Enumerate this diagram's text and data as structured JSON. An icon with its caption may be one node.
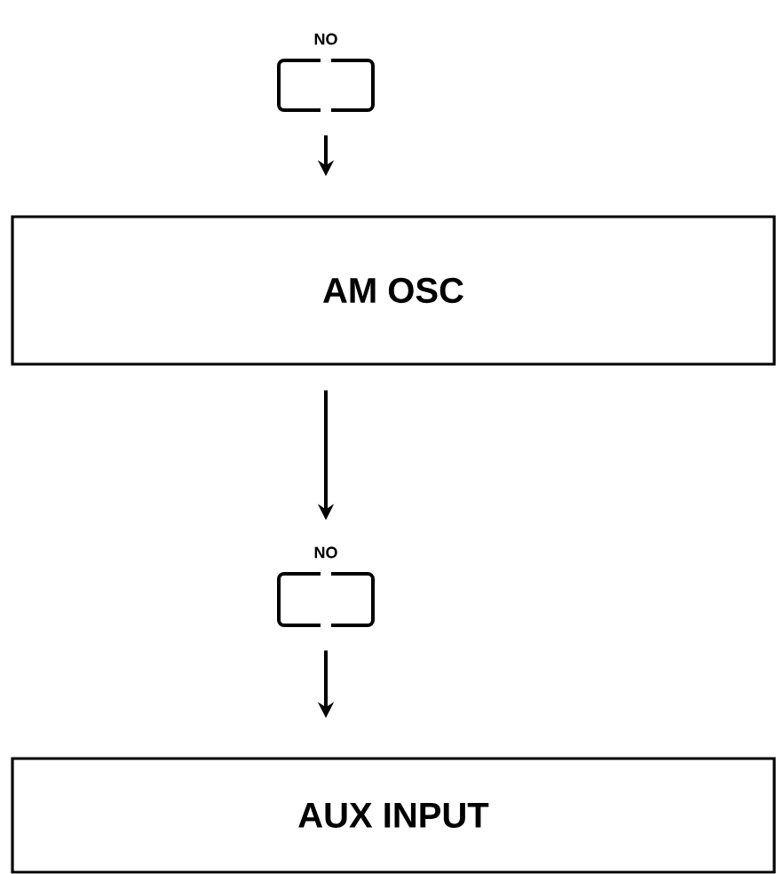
{
  "diagram": {
    "nodes": [
      {
        "text": [
          "NO"
        ]
      },
      {
        "text": [
          "AM OSC"
        ]
      },
      {
        "text": [
          "NO"
        ]
      },
      {
        "text": [
          "AUX INPUT"
        ]
      }
    ],
    "edges": [
      {
        "from": 0,
        "to": 1,
        "arrow": "to"
      },
      {
        "from": 1,
        "to": 2,
        "arrow": "to"
      },
      {
        "from": 2,
        "to": 3,
        "arrow": "to"
      }
    ]
  }
}
